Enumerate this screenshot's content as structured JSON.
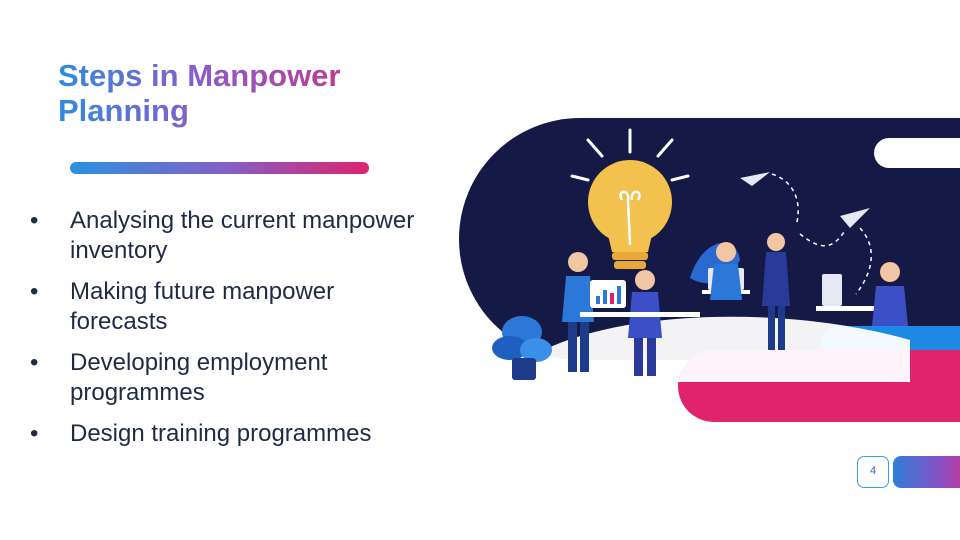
{
  "slide": {
    "title": "Steps in Manpower Planning",
    "bullet_char": "•",
    "bullets": [
      "Analysing the current manpower inventory",
      "Making future manpower forecasts",
      "Developing employment programmes",
      "Design training programmes"
    ],
    "page_number": "4"
  },
  "colors": {
    "dark_navy": "#141a45",
    "blue": "#1e88e5",
    "pink": "#e0226f",
    "bulb_yellow": "#f2c14e",
    "text": "#1f2a44"
  },
  "icons": [
    "lightbulb-icon",
    "paper-plane-icon",
    "laptop-icon",
    "chart-monitor-icon",
    "plant-icon"
  ]
}
